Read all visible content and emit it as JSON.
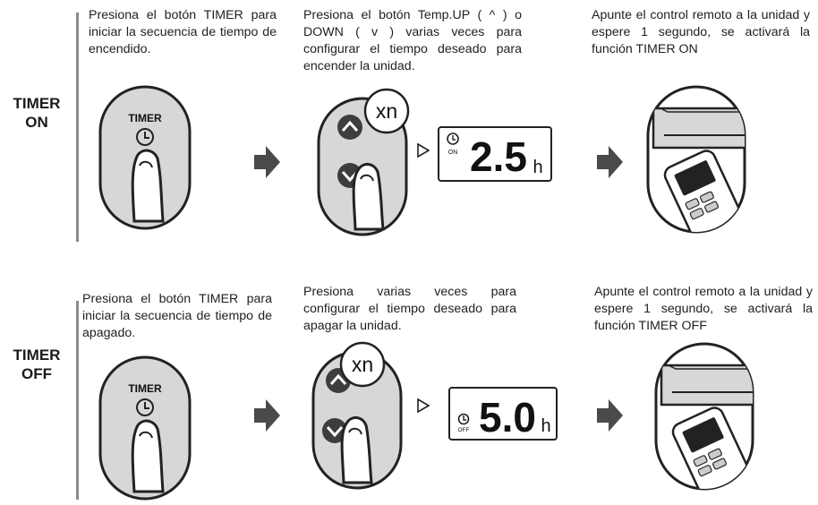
{
  "sections": [
    {
      "label_line1": "TIMER",
      "label_line2": "ON",
      "step1": "Presiona el botón TIMER para iniciar la secuencia de tiempo de encendido.",
      "step2": "Presiona el botón Temp.UP ( ^ ) o DOWN ( v ) varias veces para configurar el tiempo deseado para encender la unidad.",
      "step3": "Apunte el control remoto a la unidad y espere 1 segundo, se activará la función TIMER ON",
      "button_label": "TIMER",
      "repeat_badge": "xn",
      "display_mode": "ON",
      "display_value": "2.5",
      "display_unit": "h"
    },
    {
      "label_line1": "TIMER",
      "label_line2": "OFF",
      "step1": "Presiona el botón TIMER para iniciar la secuencia de tiempo de apagado.",
      "step2": "Presiona varias veces para configurar el tiempo deseado para apagar la unidad.",
      "step3": "Apunte el control remoto a la unidad y espere 1 segundo, se activará la función TIMER OFF",
      "button_label": "TIMER",
      "repeat_badge": "xn",
      "display_mode": "OFF",
      "display_value": "5.0",
      "display_unit": "h"
    }
  ],
  "icons": [
    "clock-icon",
    "up-arrow-icon",
    "down-arrow-icon",
    "finger-icon",
    "arrow-right-icon",
    "play-triangle-icon",
    "air-conditioner-icon",
    "remote-control-icon"
  ],
  "colors": {
    "pill_fill": "#d7d7d7",
    "outline": "#222222",
    "arrow": "#4a4a4a",
    "bar": "#8a8a8a"
  }
}
